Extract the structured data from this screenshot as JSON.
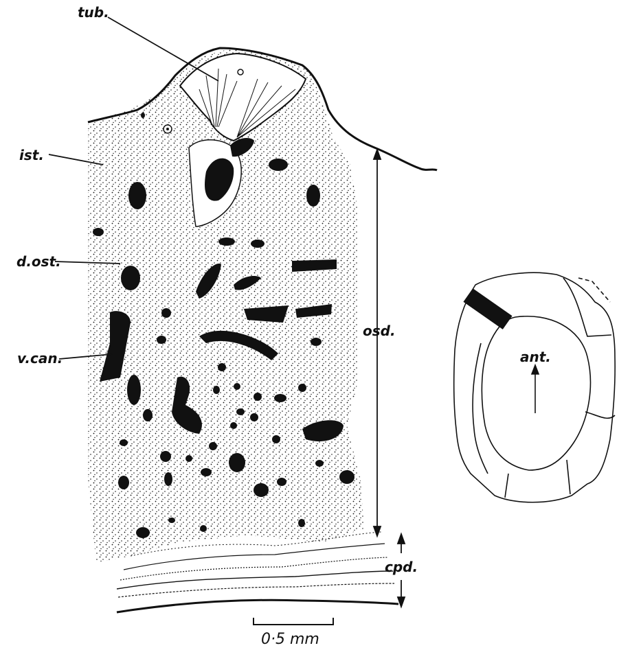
{
  "labels": {
    "tub": "tub.",
    "ist": "ist.",
    "dost": "d.ost.",
    "vcan": "v.can.",
    "osd": "osd.",
    "cpd": "cpd.",
    "ant": "ant."
  },
  "scale_bar": {
    "label": "0·5 mm"
  },
  "colors": {
    "ink": "#111111",
    "paper": "#ffffff"
  }
}
